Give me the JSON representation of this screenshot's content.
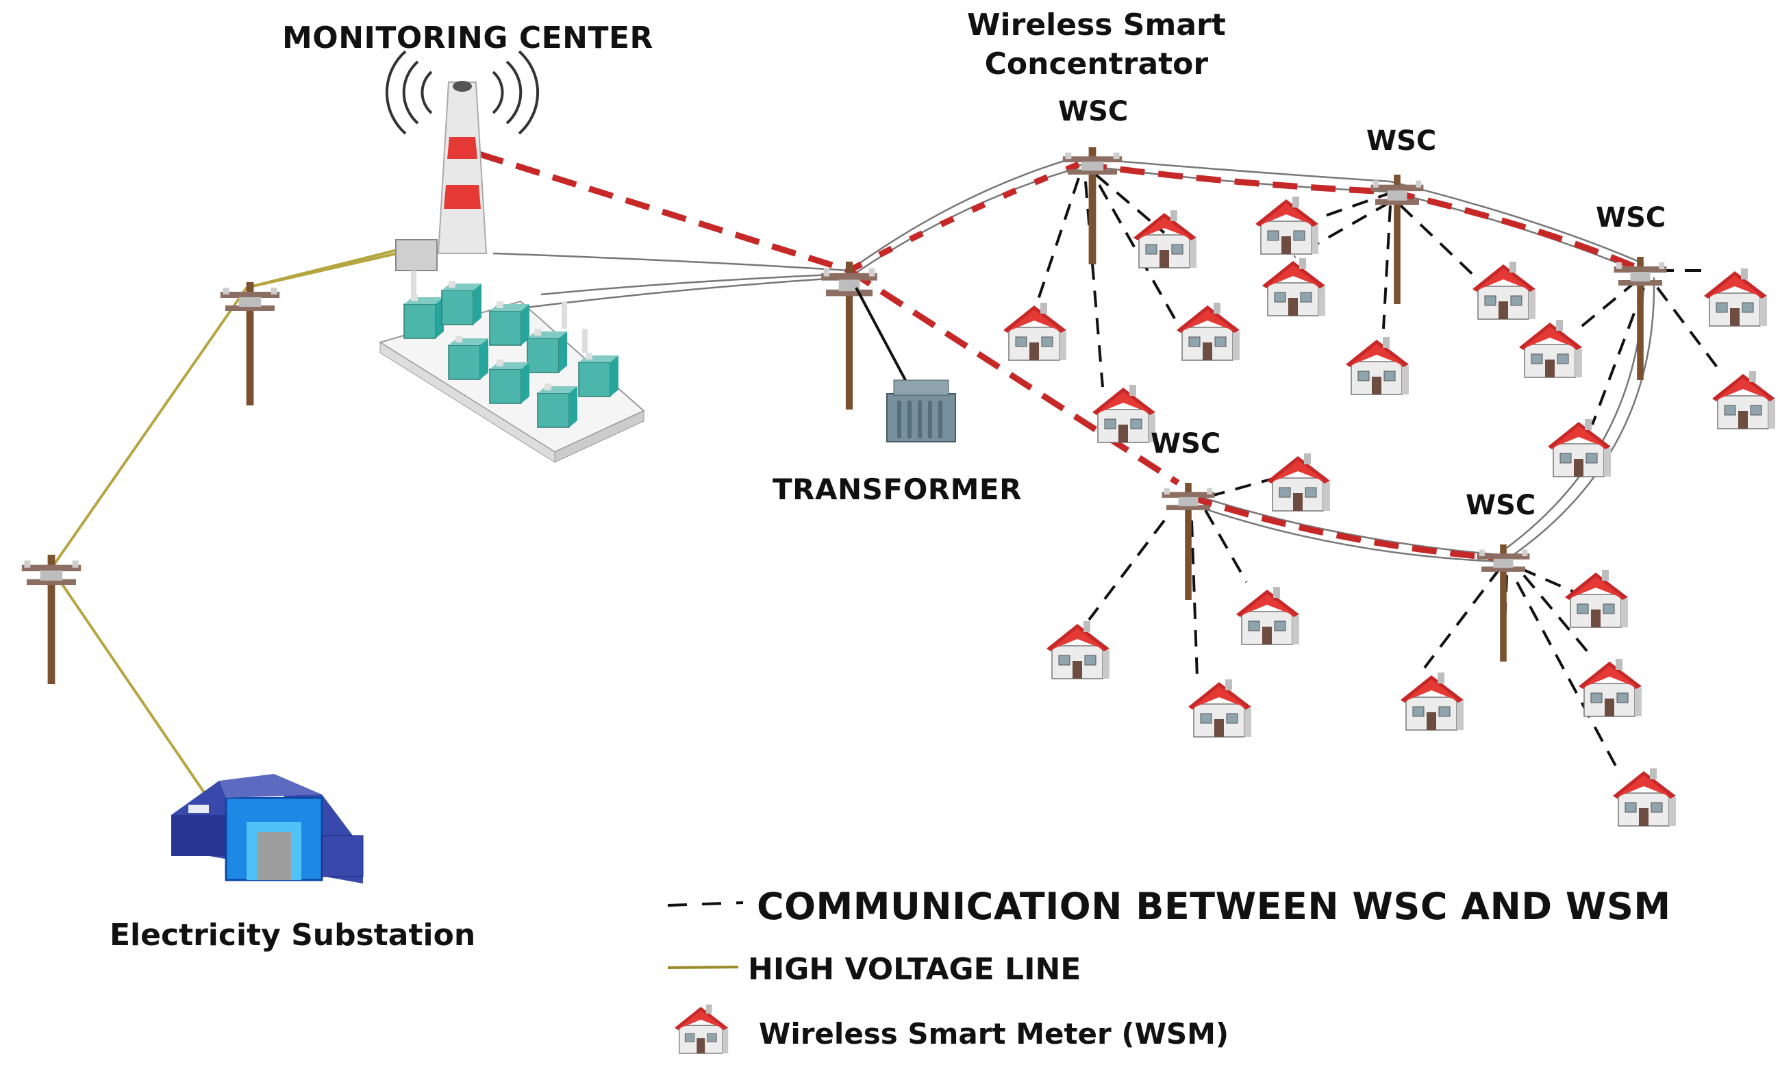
{
  "labels": {
    "monitoring_center": "MONITORING CENTER",
    "wsc_title_line1": "Wireless Smart",
    "wsc_title_line2": "Concentrator",
    "wsc": "WSC",
    "transformer": "TRANSFORMER",
    "substation": "Electricity Substation"
  },
  "legend": {
    "communication": "COMMUNICATION BETWEEN WSC  AND WSM",
    "high_voltage": "HIGH VOLTAGE LINE",
    "smart_meter": "Wireless Smart Meter (WSM)"
  },
  "colors": {
    "comm_line": "#111111",
    "backbone_link": "#c62828",
    "high_voltage_line": "#b5a642",
    "roof": "#d32f2f",
    "pole": "#7a5230",
    "substation": "#3949ab"
  },
  "icons": [
    "antenna-tower-icon",
    "utility-pole-icon",
    "transformer-icon",
    "house-icon",
    "substation-building-icon",
    "generator-units-icon"
  ]
}
